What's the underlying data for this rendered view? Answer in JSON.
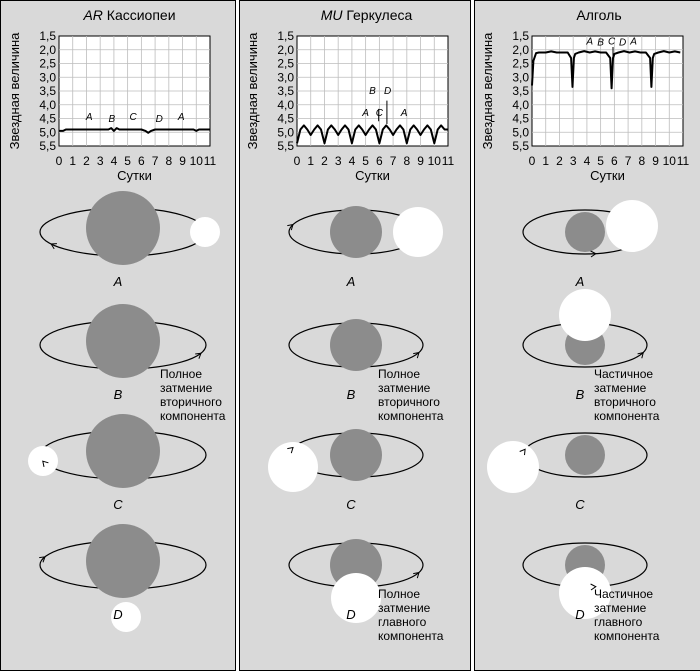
{
  "axis": {
    "ylabel": "Звездная величина",
    "xlabel": "Сутки",
    "yticks": [
      "1,5",
      "2,0",
      "2,5",
      "3,0",
      "3,5",
      "4,0",
      "4,5",
      "5,0",
      "5,5"
    ],
    "xticks": [
      "0",
      "1",
      "2",
      "3",
      "4",
      "5",
      "6",
      "7",
      "8",
      "9",
      "10",
      "11"
    ]
  },
  "panels": [
    {
      "title_italic": "AR",
      "title_rest": " Кассиопеи",
      "chart": {
        "points": [
          "A",
          "B",
          "C",
          "D",
          "A"
        ]
      },
      "rows": [
        {
          "label": "A",
          "note": []
        },
        {
          "label": "B",
          "note": [
            "Полное",
            "затмение",
            "вторичного",
            "компонента"
          ]
        },
        {
          "label": "C",
          "note": []
        },
        {
          "label": "D",
          "note": []
        }
      ]
    },
    {
      "title_italic": "MU",
      "title_rest": " Геркулеса",
      "chart": {
        "points": [
          "A",
          "B",
          "C",
          "D",
          "A"
        ]
      },
      "rows": [
        {
          "label": "A",
          "note": []
        },
        {
          "label": "B",
          "note": [
            "Полное",
            "затмение",
            "вторичного",
            "компонента"
          ]
        },
        {
          "label": "C",
          "note": []
        },
        {
          "label": "D",
          "note": [
            "Полное",
            "затмение",
            "главного",
            "компонента"
          ]
        }
      ]
    },
    {
      "title_italic": "",
      "title_rest": "Алголь",
      "chart": {
        "points": [
          "A",
          "B",
          "C",
          "D",
          "A"
        ]
      },
      "rows": [
        {
          "label": "A",
          "note": []
        },
        {
          "label": "B",
          "note": [
            "Частичное",
            "затмение",
            "вторичного",
            "компонента"
          ]
        },
        {
          "label": "C",
          "note": []
        },
        {
          "label": "D",
          "note": [
            "Частичное",
            "затмение",
            "главного",
            "компонента"
          ]
        }
      ]
    }
  ],
  "chart_data": [
    {
      "type": "line",
      "title": "AR Кассиопеи",
      "xlabel": "Сутки",
      "ylabel": "Звездная величина",
      "xlim": [
        0,
        11
      ],
      "ylim": [
        5.5,
        1.5
      ],
      "y_inverted": true,
      "series": [
        {
          "x": [
            0.0,
            0.3,
            0.5,
            3.6,
            3.8,
            4.0,
            4.2,
            4.4,
            6.0,
            6.3,
            6.5,
            6.7,
            7.0,
            9.8,
            10.0,
            10.2,
            11.0
          ],
          "y": [
            4.95,
            4.95,
            4.9,
            4.9,
            4.85,
            4.95,
            4.85,
            4.9,
            4.9,
            4.95,
            5.02,
            4.95,
            4.9,
            4.9,
            4.95,
            4.9,
            4.9
          ]
        }
      ]
    },
    {
      "type": "line",
      "title": "MU Геркулеса",
      "xlabel": "Сутки",
      "ylabel": "Звездная величина",
      "xlim": [
        0,
        11
      ],
      "ylim": [
        5.5,
        1.5
      ],
      "y_inverted": true,
      "series": [
        {
          "x": [
            0.0,
            0.25,
            0.5,
            0.75,
            1.0,
            1.25,
            1.5,
            1.75,
            2.0,
            2.25,
            2.5,
            2.75,
            3.0,
            3.25,
            3.5,
            3.75,
            4.0,
            4.25,
            4.5,
            4.75,
            5.0,
            5.25,
            5.5,
            5.75,
            6.0,
            6.25,
            6.5,
            6.75,
            7.0,
            7.25,
            7.5,
            7.75,
            8.0,
            8.25,
            8.5,
            8.75,
            9.0,
            9.25,
            9.5,
            9.75,
            10.0,
            10.25,
            10.5,
            10.75,
            11.0
          ],
          "y": [
            5.4,
            4.9,
            4.75,
            4.9,
            5.1,
            4.9,
            4.75,
            4.9,
            5.4,
            4.9,
            4.75,
            4.9,
            5.1,
            4.9,
            4.75,
            4.9,
            5.4,
            4.9,
            4.75,
            4.9,
            5.1,
            4.9,
            4.75,
            4.9,
            5.4,
            4.9,
            4.75,
            4.9,
            5.1,
            4.9,
            4.75,
            4.9,
            5.4,
            4.9,
            4.75,
            4.9,
            5.1,
            4.9,
            4.75,
            4.9,
            5.4,
            4.9,
            4.75,
            4.9,
            4.9
          ]
        }
      ]
    },
    {
      "type": "line",
      "title": "Алголь",
      "xlabel": "Сутки",
      "ylabel": "Звездная величина",
      "xlim": [
        0,
        11
      ],
      "ylim": [
        5.5,
        1.5
      ],
      "y_inverted": true,
      "series": [
        {
          "x": [
            0.0,
            0.1,
            0.3,
            0.5,
            1.0,
            1.4,
            1.8,
            2.2,
            2.6,
            2.85,
            2.95,
            3.05,
            3.15,
            3.4,
            3.8,
            4.2,
            4.6,
            5.0,
            5.4,
            5.7,
            5.8,
            5.9,
            6.0,
            6.3,
            6.7,
            7.1,
            7.5,
            7.9,
            8.3,
            8.6,
            8.7,
            8.8,
            8.9,
            9.2,
            9.6,
            10.0,
            10.4,
            10.8
          ],
          "y": [
            3.3,
            2.4,
            2.12,
            2.1,
            2.1,
            2.06,
            2.1,
            2.1,
            2.1,
            2.3,
            3.35,
            2.3,
            2.15,
            2.1,
            2.05,
            2.1,
            2.06,
            2.1,
            2.1,
            2.3,
            3.4,
            2.3,
            2.15,
            2.1,
            2.05,
            2.1,
            2.06,
            2.1,
            2.1,
            2.3,
            3.35,
            2.3,
            2.15,
            2.1,
            2.05,
            2.1,
            2.06,
            2.1
          ]
        }
      ]
    }
  ],
  "colors": {
    "panel_bg": "#d9d9d9",
    "primary_star": "#8c8c8c",
    "secondary_star": "#ffffff",
    "frame": "#000000"
  }
}
